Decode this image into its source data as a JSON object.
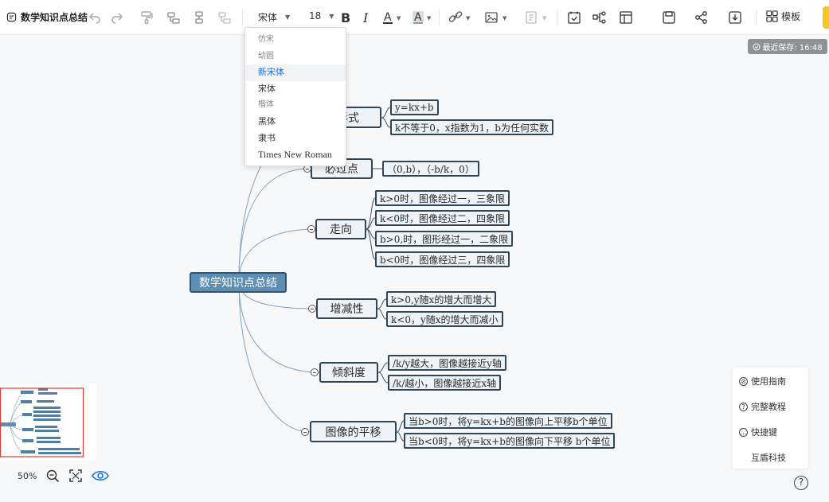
{
  "toolbar": {
    "doc_title": "数学知识点总结",
    "font_family": "宋体",
    "font_size": "18",
    "template_label": "模板"
  },
  "save_status": "最近保存: 16:48",
  "font_dropdown": {
    "options": [
      "仿宋",
      "幼圆",
      "新宋体",
      "宋体",
      "楷体",
      "黑体",
      "隶书",
      "Times New Roman"
    ],
    "active": "新宋体"
  },
  "mindmap": {
    "root": "数学知识点总结",
    "branches": [
      {
        "label": "形式",
        "children": [
          "y=kx+b",
          "k不等于0，x指数为1，b为任何实数"
        ]
      },
      {
        "label": "必过点",
        "children": [
          "（0,b），（-b/k，0）"
        ]
      },
      {
        "label": "走向",
        "children": [
          "k>0时，图像经过一，三象限",
          "k<0时，图像经过二，四象限",
          "b>0,时，图形经过一，二象限",
          "b<0时，图像经过三，四象限"
        ]
      },
      {
        "label": "增减性",
        "children": [
          "k>0,y随x的增大而增大",
          "k<0，y随x的增大而减小"
        ]
      },
      {
        "label": "倾斜度",
        "children": [
          "/k/y越大，图像越接近y轴",
          "/k/越小，图像越接近x轴"
        ]
      },
      {
        "label": "图像的平移",
        "children": [
          "当b>0时，将y=kx+b的图像向上平移b个单位",
          "当b<0时，将y=kx+b的图像向下平移 b个单位"
        ]
      }
    ]
  },
  "zoom": {
    "level": "50%"
  },
  "help_panel": {
    "items": [
      "使用指南",
      "完整教程",
      "快捷键",
      "互盾科技"
    ],
    "help_glyph": "?"
  }
}
